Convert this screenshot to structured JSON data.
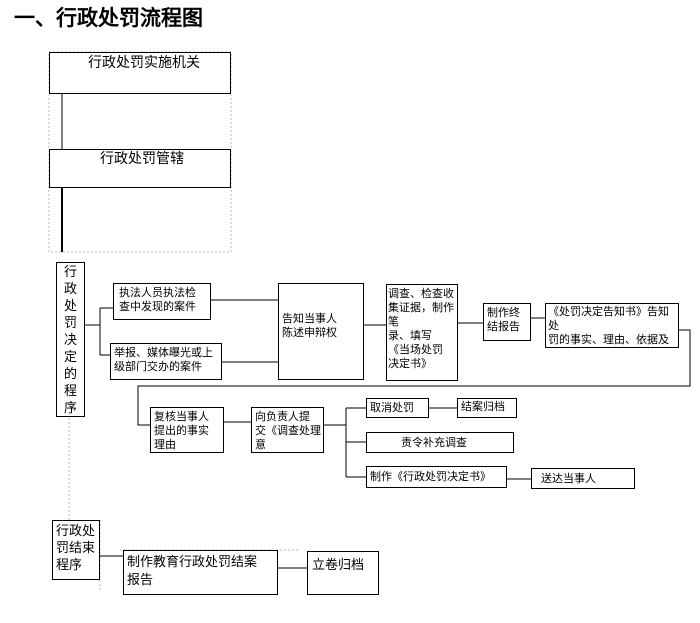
{
  "title": "一、行政处罚流程图",
  "nodes": {
    "implementing_agency": "行政处罚实施机关",
    "jurisdiction": "行政处罚管辖",
    "decision_procedure": "行\n政\n处\n罚\n决\n定\n的\n程\n序",
    "case_found": "执法人员执法检\n查中发现的案件",
    "case_transferred": "举报、媒体曝光或上\n级部门交办的案件",
    "notify_party": "告知当事人\n陈述申辩权",
    "investigate": "调查、检查收\n集证据，制作笔\n录、填写\n《当场处罚\n决定书》",
    "final_report": "制作终\n结报告",
    "penalty_notice": "《处罚决定告知书》告知处\n罚的事实、理由、依据及陈\n述、申述、听证权利",
    "review_party": "复核当事人\n提出的事实\n理由",
    "submit_opinion": "向负责人提\n交《调查处理意\n见书》",
    "cancel_penalty": "取消处罚",
    "close_archive": "结案归档",
    "further_investigation": "责令补充调查",
    "make_decision": "制作《行政处罚决定书》",
    "serve_party": "送达当事人",
    "end_procedure": "行政处\n罚结束\n程序",
    "education_report": "制作教育行政处罚结案\n报告",
    "file_archive": "立卷归档"
  }
}
